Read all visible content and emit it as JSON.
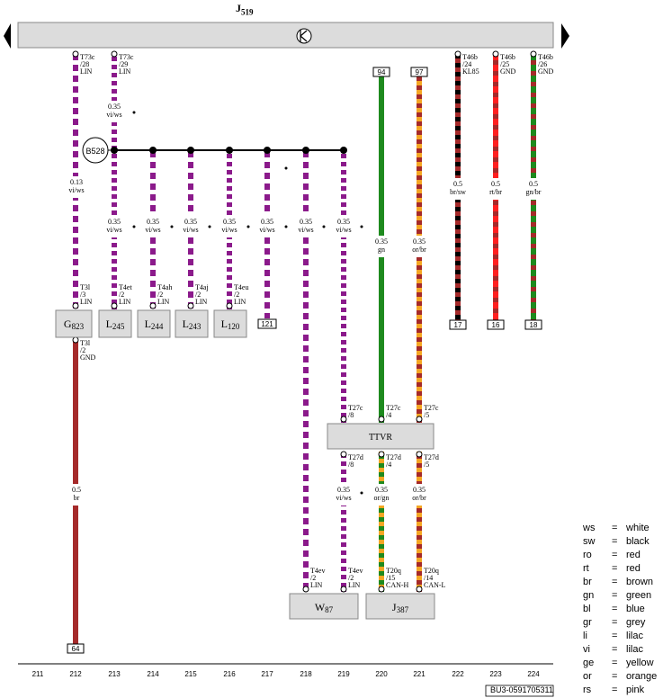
{
  "title_main": "J",
  "title_sub": "519",
  "footer_code": "BU3-0591705311",
  "bus_label": "B528",
  "modules": [
    {
      "key": "g823",
      "main": "G",
      "sub": "823"
    },
    {
      "key": "l245",
      "main": "L",
      "sub": "245"
    },
    {
      "key": "l244",
      "main": "L",
      "sub": "244"
    },
    {
      "key": "l243",
      "main": "L",
      "sub": "243"
    },
    {
      "key": "l120",
      "main": "L",
      "sub": "120"
    },
    {
      "key": "ttvr",
      "main": "TTVR",
      "sub": ""
    },
    {
      "key": "w87",
      "main": "W",
      "sub": "87"
    },
    {
      "key": "j387",
      "main": "J",
      "sub": "387"
    }
  ],
  "connectors": [
    {
      "key": "t73c28",
      "lines": [
        "T73c",
        "/28",
        "LIN"
      ]
    },
    {
      "key": "t73c29",
      "lines": [
        "T73c",
        "/29",
        "LIN"
      ]
    },
    {
      "key": "t46b24",
      "lines": [
        "T46b",
        "/24",
        "KL85"
      ]
    },
    {
      "key": "t46b25",
      "lines": [
        "T46b",
        "/25",
        "GND"
      ]
    },
    {
      "key": "t46b26",
      "lines": [
        "T46b",
        "/26",
        "GND"
      ]
    },
    {
      "key": "t31-3",
      "lines": [
        "T3l",
        "/3",
        "LIN"
      ]
    },
    {
      "key": "t4et",
      "lines": [
        "T4et",
        "/2",
        "LIN"
      ]
    },
    {
      "key": "t4ah",
      "lines": [
        "T4ah",
        "/2",
        "LIN"
      ]
    },
    {
      "key": "t4aj",
      "lines": [
        "T4aj",
        "/2",
        "LIN"
      ]
    },
    {
      "key": "t4eu",
      "lines": [
        "T4eu",
        "/2",
        "LIN"
      ]
    },
    {
      "key": "t31-2",
      "lines": [
        "T3l",
        "/2",
        "GND"
      ]
    },
    {
      "key": "t27c8",
      "lines": [
        "T27c",
        "/8"
      ]
    },
    {
      "key": "t27c4",
      "lines": [
        "T27c",
        "/4"
      ]
    },
    {
      "key": "t27c5",
      "lines": [
        "T27c",
        "/5"
      ]
    },
    {
      "key": "t27d8",
      "lines": [
        "T27d",
        "/8"
      ]
    },
    {
      "key": "t27d4",
      "lines": [
        "T27d",
        "/4"
      ]
    },
    {
      "key": "t27d5",
      "lines": [
        "T27d",
        "/5"
      ]
    },
    {
      "key": "t4ev-a",
      "lines": [
        "T4ev",
        "/2",
        "LIN"
      ]
    },
    {
      "key": "t4ev-b",
      "lines": [
        "T4ev",
        "/2",
        "LIN"
      ]
    },
    {
      "key": "t20q15",
      "lines": [
        "T20q",
        "/15",
        "CAN-H"
      ]
    },
    {
      "key": "t20q14",
      "lines": [
        "T20q",
        "/14",
        "CAN-L"
      ]
    }
  ],
  "wire_specs": [
    {
      "key": "s212a",
      "lines": [
        "0.13",
        "vi/ws"
      ]
    },
    {
      "key": "s213a",
      "lines": [
        "0.35",
        "vi/ws"
      ]
    },
    {
      "key": "s213b",
      "lines": [
        "0.35",
        "vi/ws"
      ]
    },
    {
      "key": "s214",
      "lines": [
        "0.35",
        "vi/ws"
      ]
    },
    {
      "key": "s215",
      "lines": [
        "0.35",
        "vi/ws"
      ]
    },
    {
      "key": "s216",
      "lines": [
        "0.35",
        "vi/ws"
      ]
    },
    {
      "key": "s217",
      "lines": [
        "0.35",
        "vi/ws"
      ]
    },
    {
      "key": "s218",
      "lines": [
        "0.35",
        "vi/ws"
      ]
    },
    {
      "key": "s219a",
      "lines": [
        "0.35",
        "vi/ws"
      ]
    },
    {
      "key": "s220a",
      "lines": [
        "0.35",
        "gn"
      ]
    },
    {
      "key": "s221a",
      "lines": [
        "0.35",
        "or/br"
      ]
    },
    {
      "key": "s222",
      "lines": [
        "0.5",
        "br/sw"
      ]
    },
    {
      "key": "s223",
      "lines": [
        "0.5",
        "rt/br"
      ]
    },
    {
      "key": "s224",
      "lines": [
        "0.5",
        "gn/br"
      ]
    },
    {
      "key": "s212b",
      "lines": [
        "0.5",
        "br"
      ]
    },
    {
      "key": "s219b",
      "lines": [
        "0.35",
        "vi/ws"
      ]
    },
    {
      "key": "s220b",
      "lines": [
        "0.35",
        "or/gn"
      ]
    },
    {
      "key": "s221b",
      "lines": [
        "0.35",
        "or/br"
      ]
    }
  ],
  "terminals": [
    {
      "key": "t94",
      "label": "94"
    },
    {
      "key": "t97",
      "label": "97"
    },
    {
      "key": "t121",
      "label": "121"
    },
    {
      "key": "t17",
      "label": "17"
    },
    {
      "key": "t16",
      "label": "16"
    },
    {
      "key": "t18",
      "label": "18"
    },
    {
      "key": "t64",
      "label": "64"
    }
  ],
  "columns": [
    "211",
    "212",
    "213",
    "214",
    "215",
    "216",
    "217",
    "218",
    "219",
    "220",
    "221",
    "222",
    "223",
    "224"
  ],
  "legend": [
    {
      "code": "ws",
      "color": "white"
    },
    {
      "code": "sw",
      "color": "black"
    },
    {
      "code": "ro",
      "color": "red"
    },
    {
      "code": "rt",
      "color": "red"
    },
    {
      "code": "br",
      "color": "brown"
    },
    {
      "code": "gn",
      "color": "green"
    },
    {
      "code": "bl",
      "color": "blue"
    },
    {
      "code": "gr",
      "color": "grey"
    },
    {
      "code": "li",
      "color": "lilac"
    },
    {
      "code": "vi",
      "color": "lilac"
    },
    {
      "code": "ge",
      "color": "yellow"
    },
    {
      "code": "or",
      "color": "orange"
    },
    {
      "code": "rs",
      "color": "pink"
    }
  ],
  "colors": {
    "violet": "#8B1A8B",
    "white": "#FFFFFF",
    "green": "#1E8A1E",
    "orange": "#F5A623",
    "brown": "#A52A2A",
    "red": "#FF2020",
    "black": "#000000",
    "panel": "#DCDCDC"
  }
}
